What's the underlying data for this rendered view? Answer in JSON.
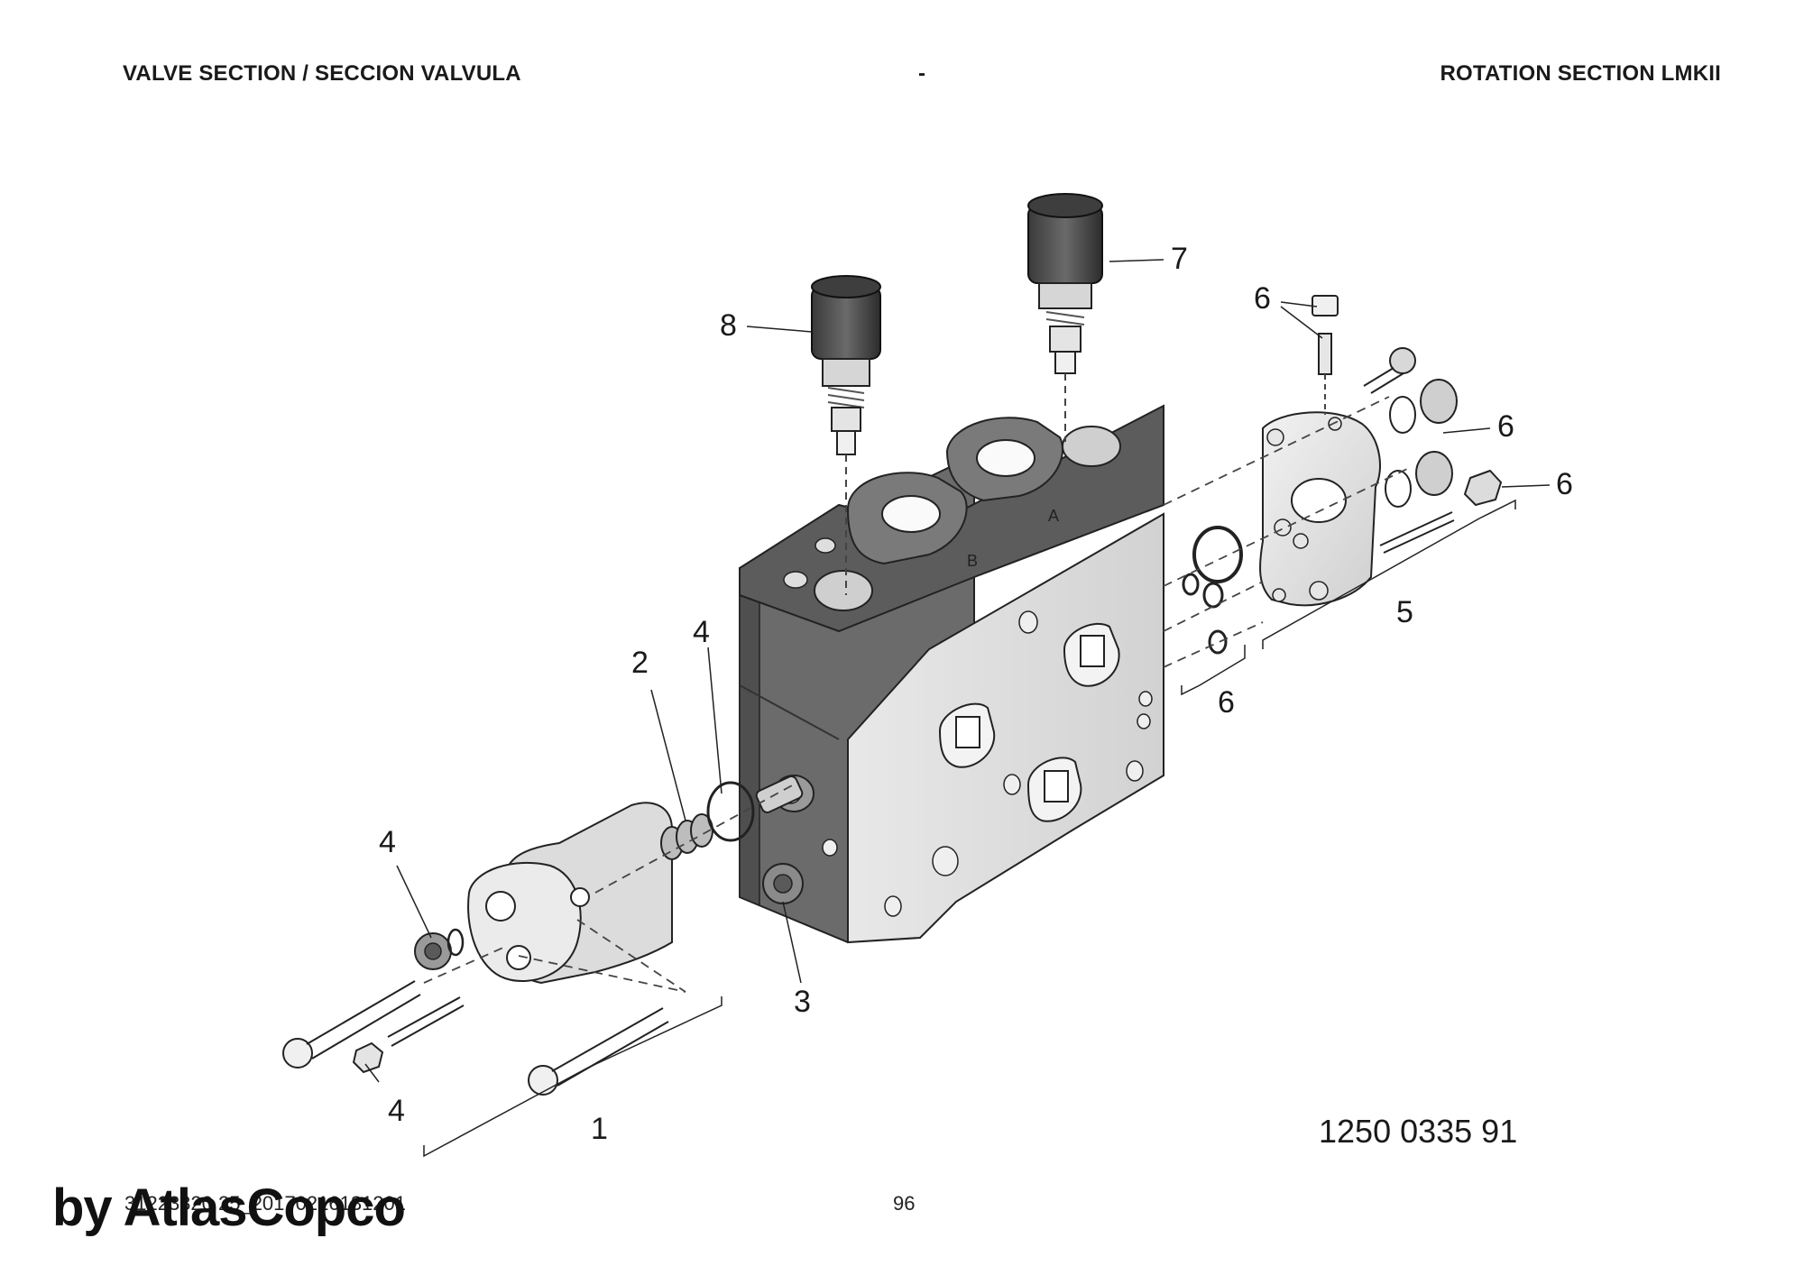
{
  "header": {
    "left_title": "VALVE SECTION / SECCION VALVULA",
    "center": "-",
    "right_title": "ROTATION SECTION LMKII"
  },
  "callouts": {
    "c1": "1",
    "c2": "2",
    "c3": "3",
    "c4a": "4",
    "c4b": "4",
    "c4c": "4",
    "c5": "5",
    "c6a": "6",
    "c6b": "6",
    "c6c": "6",
    "c6d": "6",
    "c7": "7",
    "c8": "8"
  },
  "port_labels": {
    "a": "A",
    "b": "B"
  },
  "drawing_number": "1250 0335 91",
  "footer": {
    "code": "31223320 25_20170216131201",
    "page": "96",
    "watermark": "by AtlasCopco"
  }
}
